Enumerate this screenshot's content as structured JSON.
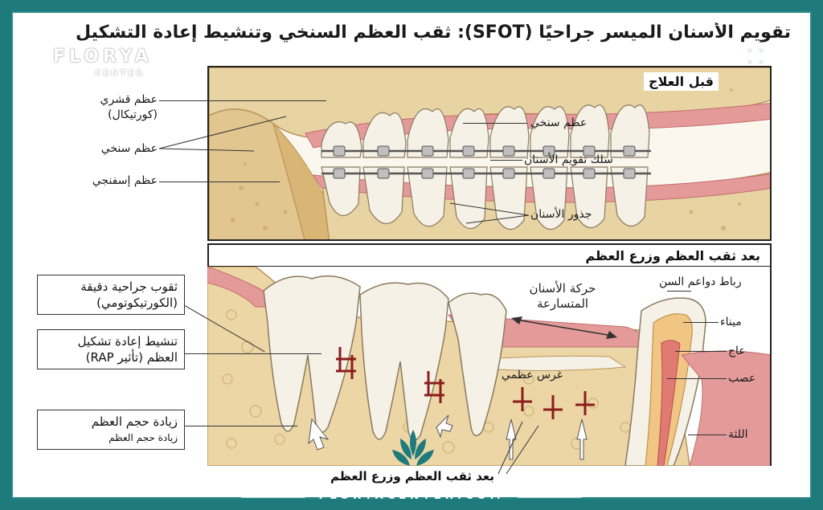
{
  "title": "تقويم الأسنان الميسر جراحيًا (SFOT): ثقب العظم السنخي وتنشيط إعادة التشكيل",
  "watermark": {
    "brand": "FLORYA",
    "sub": "CENTER"
  },
  "top_panel": {
    "header": "قبل العلاج",
    "labels": {
      "cortical_bone": "عظم قشري",
      "cortical_bone_alt": "(كورتيكال)",
      "alveolar_bone_left": "عظم سنخي",
      "cancellous_bone": "عظم إسفنجي",
      "alveolar_bone_right": "عظم سنخي",
      "braces_wire": "سلك تقويم الأسنان",
      "tooth_roots": "جذور الأسنان"
    }
  },
  "bottom_panel": {
    "header": "بعد ثقب العظم وزرع العظم",
    "boxes": {
      "corticotomy_line1": "ثقوب جراحية دقيقة",
      "corticotomy_line2": "(الكورتيكوتومي)",
      "rap_line1": "تنشيط إعادة تشكيل",
      "rap_line2": "العظم (تأثير RAP)",
      "volume_line1": "زيادة حجم العظم",
      "volume_line2": "زيادة حجم العظم"
    },
    "labels": {
      "movement_line1": "حركة الأسنان",
      "movement_line2": "المتسارعة",
      "bone_graft": "غرس عظمي",
      "pdl": "رباط دواعم السن",
      "enamel": "ميناء",
      "dentin": "عاج",
      "nerve": "عصب",
      "gums": "اللثة"
    },
    "caption": "بعد ثقب العظم وزرع العظم"
  },
  "footer": {
    "brand": "FLORYACENTER.COM"
  },
  "colors": {
    "frame": "#1f7a7c",
    "bone": "#e8d3a3",
    "bone_dark": "#c9a96b",
    "gum": "#e59a9a",
    "tooth": "#f6f1e6",
    "drill": "#8b1d1d"
  }
}
